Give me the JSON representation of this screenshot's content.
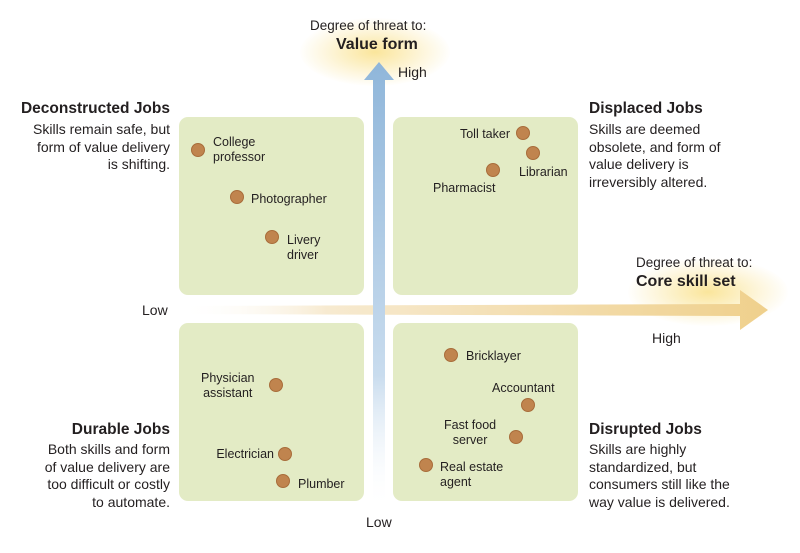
{
  "axes": {
    "vertical": {
      "caption": "Degree of threat to:",
      "name": "Value form",
      "high_label": "High",
      "low_label": "Low"
    },
    "horizontal": {
      "caption": "Degree of threat to:",
      "name": "Core skill set",
      "high_label": "High",
      "low_label": "Low"
    }
  },
  "categories": {
    "deconstructed": {
      "title": "Deconstructed Jobs",
      "description": "Skills remain safe, but\nform of value delivery\nis shifting."
    },
    "displaced": {
      "title": "Displaced Jobs",
      "description": "Skills are deemed\nobsolete, and form of\nvalue delivery is\nirreversibly altered."
    },
    "durable": {
      "title": "Durable Jobs",
      "description": "Both skills and form\nof value delivery are\ntoo difficult or costly\nto automate."
    },
    "disrupted": {
      "title": "Disrupted Jobs",
      "description": "Skills are highly\nstandardized, but\nconsumers still like the\nway value is delivered."
    }
  },
  "jobs": {
    "college_professor": "College\nprofessor",
    "photographer": "Photographer",
    "livery_driver": "Livery\ndriver",
    "toll_taker": "Toll taker",
    "librarian": "Librarian",
    "pharmacist": "Pharmacist",
    "physician_assistant": "Physician\nassistant",
    "electrician": "Electrician",
    "plumber": "Plumber",
    "bricklayer": "Bricklayer",
    "accountant": "Accountant",
    "fast_food_server": "Fast food\nserver",
    "real_estate_agent": "Real estate\nagent"
  },
  "colors": {
    "quadrant_fill": "#e3ebc5",
    "dot": "#c0844e",
    "vertical_arrow": "#9dc0df",
    "horizontal_arrow": "#f2d79a"
  }
}
